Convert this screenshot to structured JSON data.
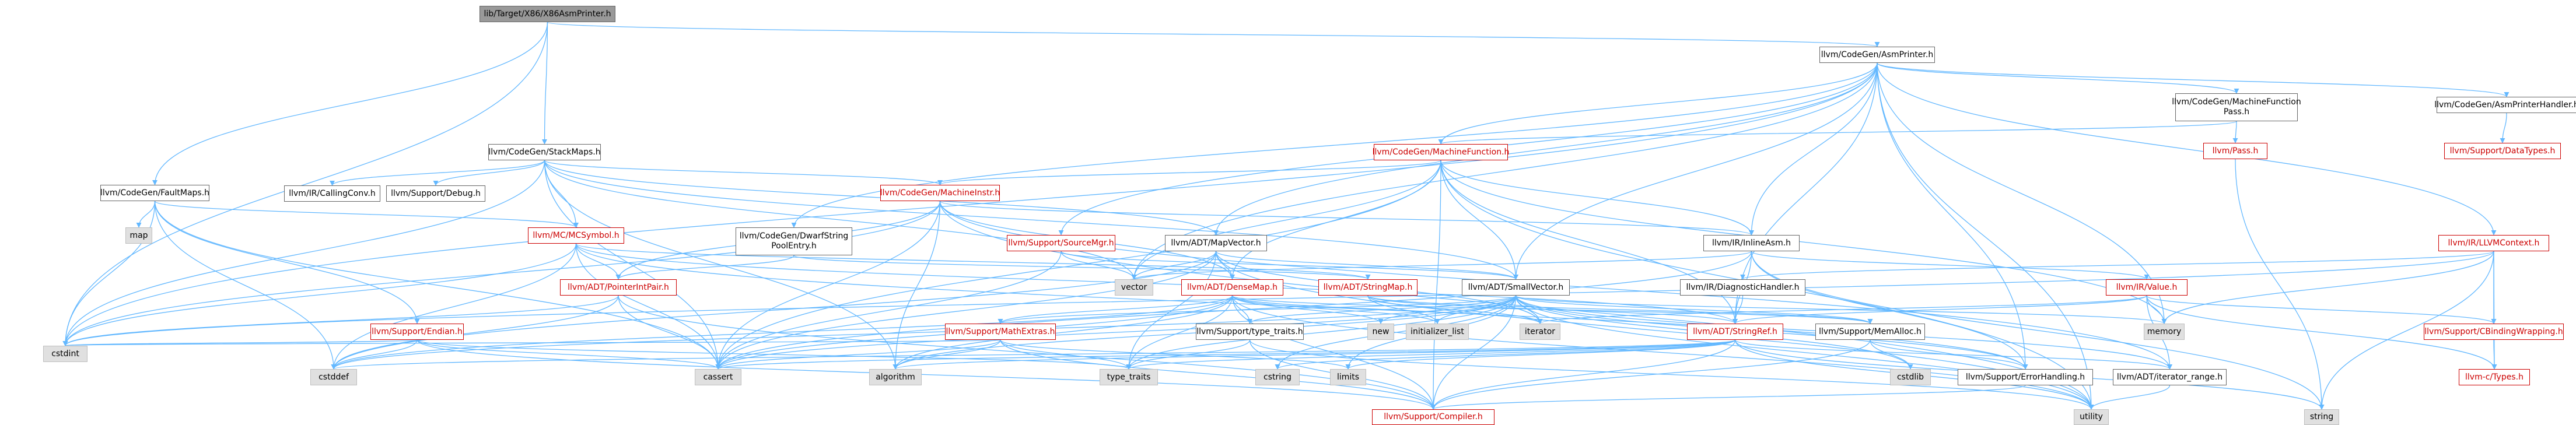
{
  "graph": {
    "edge_color": "#63b8ff",
    "nodes": {
      "root": "lib/Target/X86/X86AsmPrinter.h",
      "asmprinter": "llvm/CodeGen/AsmPrinter.h",
      "faultmaps": "llvm/CodeGen/FaultMaps.h",
      "stackmaps": "llvm/CodeGen/StackMaps.h",
      "cstdint": "cstdint",
      "mcfpass": "llvm/CodeGen/MachineFunction\nPass.h",
      "asmhandler": "llvm/CodeGen/AsmPrinterHandler.h",
      "llvmcontext": "llvm/IR/LLVMContext.h",
      "datatypes": "llvm/Support/DataTypes.h",
      "machinefunction": "llvm/CodeGen/MachineFunction.h",
      "pass": "llvm/Pass.h",
      "callingconv": "llvm/IR/CallingConv.h",
      "debug": "llvm/Support/Debug.h",
      "machineinstr": "llvm/CodeGen/MachineInstr.h",
      "dwarfstring": "llvm/CodeGen/DwarfString\nPoolEntry.h",
      "mapvector": "llvm/ADT/MapVector.h",
      "sourcemgr": "llvm/Support/SourceMgr.h",
      "inlineasm": "llvm/IR/InlineAsm.h",
      "map": "map",
      "mcsymbol": "llvm/MC/MCSymbol.h",
      "pointerintpair": "llvm/ADT/PointerIntPair.h",
      "vector": "vector",
      "densemap": "llvm/ADT/DenseMap.h",
      "stringmap": "llvm/ADT/StringMap.h",
      "smallvector": "llvm/ADT/SmallVector.h",
      "diaghandler": "llvm/IR/DiagnosticHandler.h",
      "value": "llvm/IR/Value.h",
      "endian": "llvm/Support/Endian.h",
      "mathextras": "llvm/Support/MathExtras.h",
      "typetraits": "llvm/Support/type_traits.h",
      "new": "new",
      "initializer_list": "initializer_list",
      "iterator": "iterator",
      "stringref": "llvm/ADT/StringRef.h",
      "memalloc": "llvm/Support/MemAlloc.h",
      "memory": "memory",
      "cbindingwrapping": "llvm/Support/CBindingWrapping.h",
      "ctypes": "llvm-c/Types.h",
      "cstddef": "cstddef",
      "cassert": "cassert",
      "algorithm": "algorithm",
      "type_traits": "type_traits",
      "cstring": "cstring",
      "limits": "limits",
      "cstdlib": "cstdlib",
      "errorhandling": "llvm/Support/ErrorHandling.h",
      "iteratorrange": "llvm/ADT/iterator_range.h",
      "utility": "utility",
      "string": "string",
      "compiler": "llvm/Support/Compiler.h"
    }
  }
}
